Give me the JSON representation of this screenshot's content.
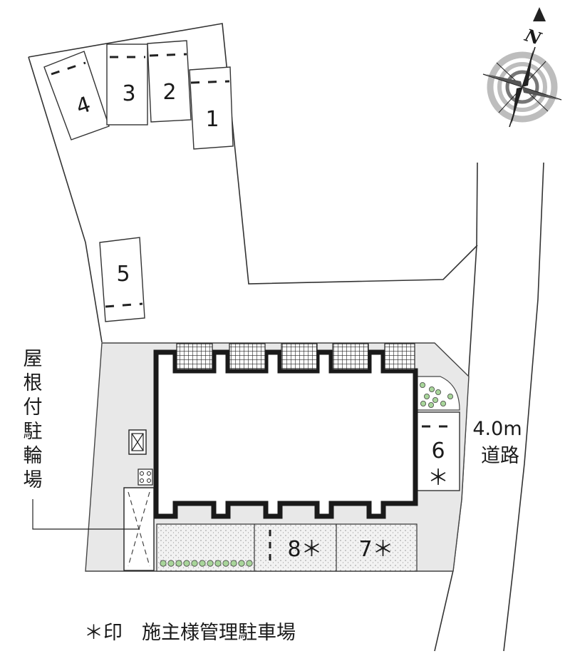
{
  "compass": {
    "north_label": "N",
    "icon": "compass-rose-icon"
  },
  "parking_spaces": [
    {
      "id": "1",
      "label": "1"
    },
    {
      "id": "2",
      "label": "2"
    },
    {
      "id": "3",
      "label": "3"
    },
    {
      "id": "4",
      "label": "4"
    },
    {
      "id": "5",
      "label": "5"
    },
    {
      "id": "6",
      "label": "6",
      "owner_managed_mark": "＊"
    },
    {
      "id": "7",
      "label": "7＊"
    },
    {
      "id": "8",
      "label": "8＊"
    }
  ],
  "road": {
    "width": "4.0m",
    "label": "道路"
  },
  "bicycle_parking": {
    "label_chars": [
      "屋",
      "根",
      "付",
      "駐",
      "輪",
      "場"
    ]
  },
  "footnote": "＊印　施主様管理駐車場",
  "colors": {
    "site_fill": "#e8e8e8",
    "gravel_fill": "#f1f1f1",
    "building_outline": "#1a1a1a",
    "shrub": "#a8d59a"
  }
}
